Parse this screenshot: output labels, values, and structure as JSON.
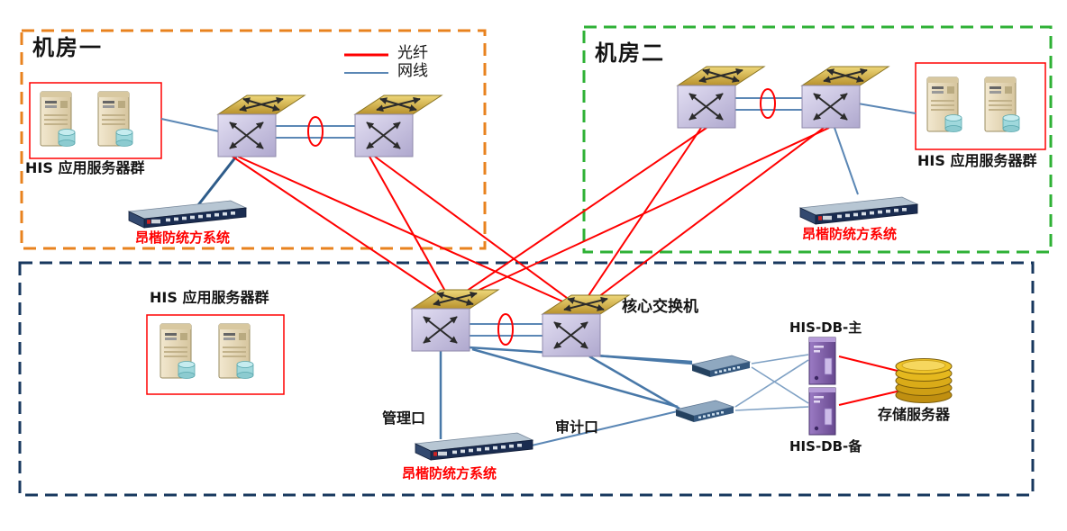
{
  "legend": {
    "fiber": {
      "label": "光纤",
      "color": "#FF0000"
    },
    "cable": {
      "label": "网线",
      "color": "#5B87B5"
    }
  },
  "room1": {
    "title": "机房一",
    "server_group_label": "HIS 应用服务器群",
    "firewall_label": "昂楷防统方系统"
  },
  "room2": {
    "title": "机房二",
    "server_group_label": "HIS 应用服务器群",
    "firewall_label": "昂楷防统方系统"
  },
  "core_room": {
    "server_group_label": "HIS 应用服务器群",
    "core_switch_label": "核心交换机",
    "management_port_label": "管理口",
    "audit_port_label": "审计口",
    "firewall_label": "昂楷防统方系统",
    "db_primary_label": "HIS-DB-主",
    "db_standby_label": "HIS-DB-备",
    "storage_label": "存储服务器"
  },
  "icons": {
    "switch": "3d-switch-icon",
    "server": "tower-server-icon",
    "firewall": "rack-appliance-icon",
    "access_switch": "flat-switch-icon",
    "db_server": "db-tower-server-icon",
    "storage": "disk-stack-icon",
    "aggregation": "link-aggregation-ring"
  },
  "colors": {
    "fiber_red": "#FF0000",
    "cable_blue": "#5B87B5",
    "room1_border": "#E8821E",
    "room2_border": "#2EB135",
    "core_border": "#17375E",
    "highlight_red": "#FF0000"
  }
}
